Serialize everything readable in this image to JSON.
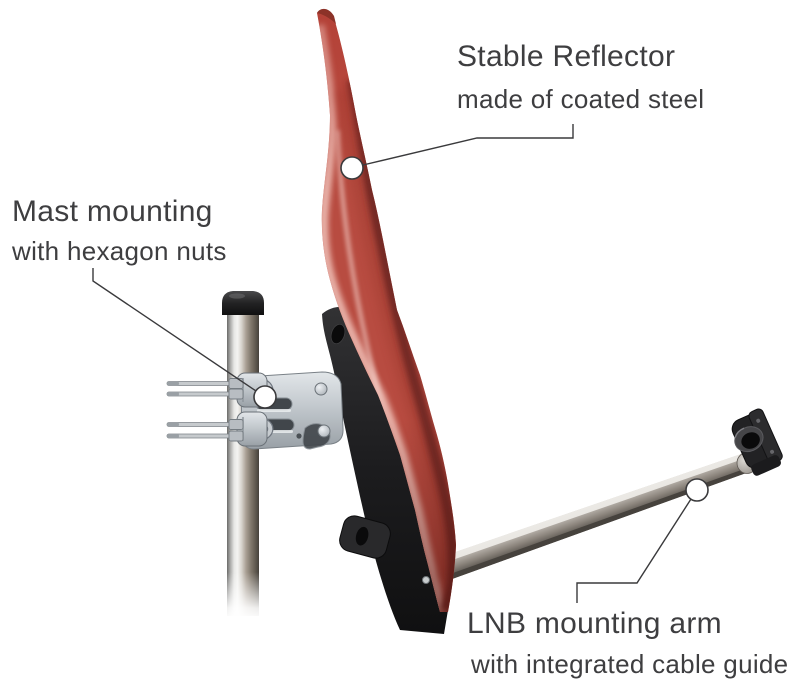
{
  "annotations": {
    "reflector": {
      "title": "Stable Reflector",
      "subtitle": "made of coated steel"
    },
    "mast": {
      "title": "Mast mounting",
      "subtitle": "with hexagon nuts"
    },
    "lnb_arm": {
      "title": "LNB mounting arm",
      "subtitle": "with integrated cable guide"
    }
  },
  "colors": {
    "background": "#ffffff",
    "text": "#3e3e40",
    "leader_line": "#3a3a3c",
    "callout_fill": "#ffffff",
    "callout_stroke": "#3a3a3c",
    "dish_red": "#b84c41",
    "dish_highlight": "#ecb9b0",
    "dish_dark_edge": "#702822",
    "mast_cap_black": "#232324",
    "bracket_zinc": "#c9cdd1",
    "mount_black": "#202022",
    "arm_metal": "#8e8780",
    "lnb_holder_black": "#1d1d1f"
  }
}
